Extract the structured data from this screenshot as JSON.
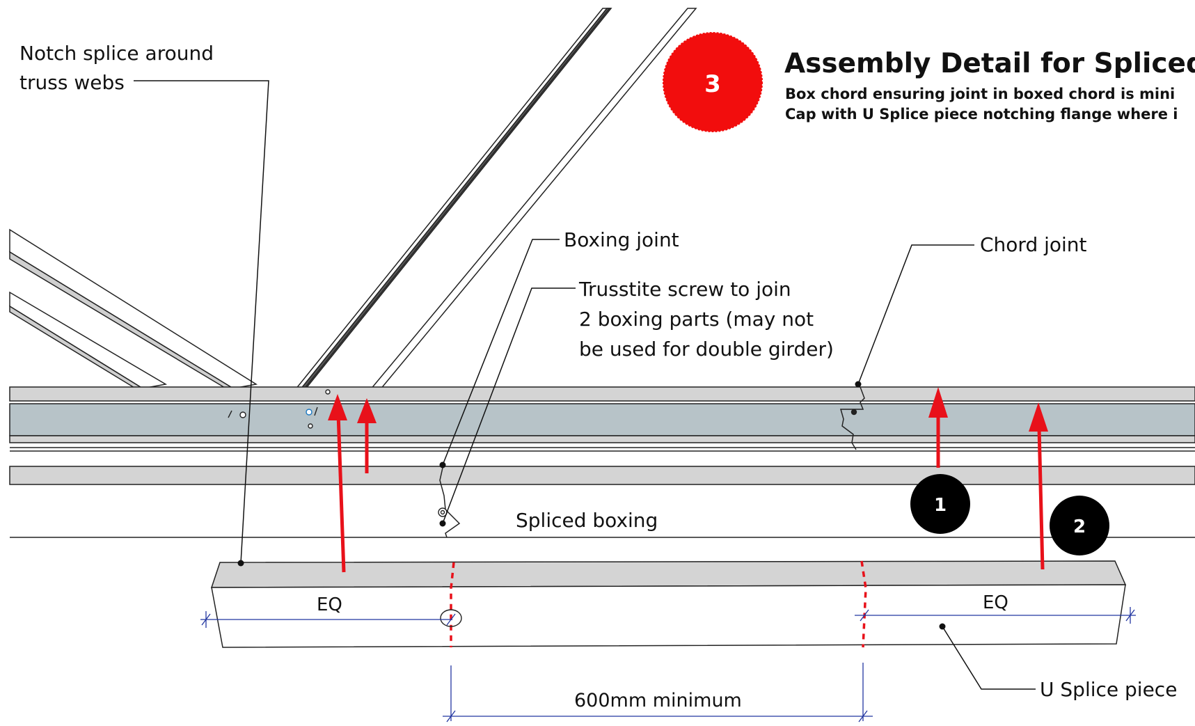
{
  "header": {
    "step_number": "3",
    "title": "Assembly Detail for Spliced B",
    "subtitle_line1": "Box chord ensuring joint in boxed chord is mini",
    "subtitle_line2": "Cap with U Splice piece notching flange where i"
  },
  "labels": {
    "notch_line1": "Notch splice around",
    "notch_line2": "truss webs",
    "boxing_joint": "Boxing joint",
    "trusstite_line1": "Trusstite screw to join",
    "trusstite_line2": "2 boxing parts (may not",
    "trusstite_line3": "be used for double girder)",
    "chord_joint": "Chord joint",
    "spliced_boxing": "Spliced boxing",
    "eq_left": "EQ",
    "eq_right": "EQ",
    "u_splice": "U Splice piece",
    "min_length": "600mm minimum"
  },
  "markers": {
    "marker_1": "1",
    "marker_2": "2"
  },
  "colors": {
    "chord_fill": "#b7c3c8",
    "timber_fill": "#d4d4d4",
    "arrow_red": "#e8111a",
    "badge_red": "#f20d0d",
    "dimension_blue": "#2236a0",
    "marker_black": "#000000"
  }
}
